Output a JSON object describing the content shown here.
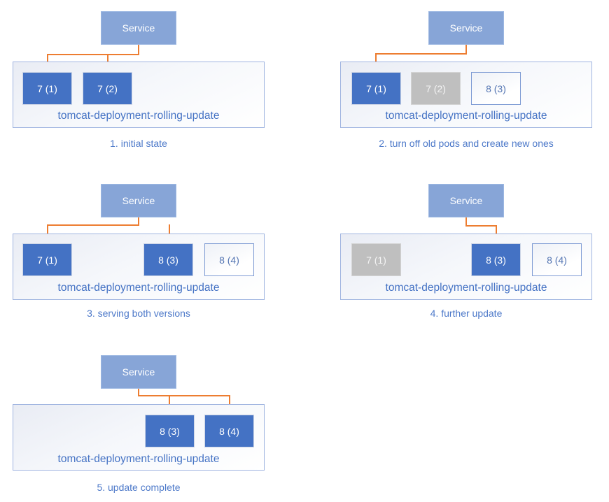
{
  "colors": {
    "service_fill": "#87a5d7",
    "pod_active_fill": "#4472c4",
    "pod_inactive_fill": "#bfbfbf",
    "pod_new_border": "#7f9cd4",
    "container_border": "#9fb4e0",
    "connector_arrow": "#ed7d31",
    "label_text": "#4472c4",
    "caption_text": "#4d79c9"
  },
  "diagram": {
    "service_label": "Service",
    "deployment_label": "tomcat-deployment-rolling-update",
    "panels": [
      {
        "caption": "1. initial state",
        "pods": [
          {
            "label": "7 (1)",
            "state": "active"
          },
          {
            "label": "7 (2)",
            "state": "active"
          }
        ]
      },
      {
        "caption": "2. turn off old pods and create new ones",
        "pods": [
          {
            "label": "7 (1)",
            "state": "active"
          },
          {
            "label": "7 (2)",
            "state": "inactive"
          },
          {
            "label": "8 (3)",
            "state": "new"
          }
        ]
      },
      {
        "caption": "3. serving both versions",
        "pods": [
          {
            "label": "7 (1)",
            "state": "active"
          },
          {
            "label": "8 (3)",
            "state": "active"
          },
          {
            "label": "8 (4)",
            "state": "new"
          }
        ]
      },
      {
        "caption": "4. further update",
        "pods": [
          {
            "label": "7 (1)",
            "state": "inactive"
          },
          {
            "label": "8 (3)",
            "state": "active"
          },
          {
            "label": "8 (4)",
            "state": "new"
          }
        ]
      },
      {
        "caption": "5. update complete",
        "pods": [
          {
            "label": "8 (3)",
            "state": "active"
          },
          {
            "label": "8 (4)",
            "state": "active"
          }
        ]
      }
    ]
  }
}
